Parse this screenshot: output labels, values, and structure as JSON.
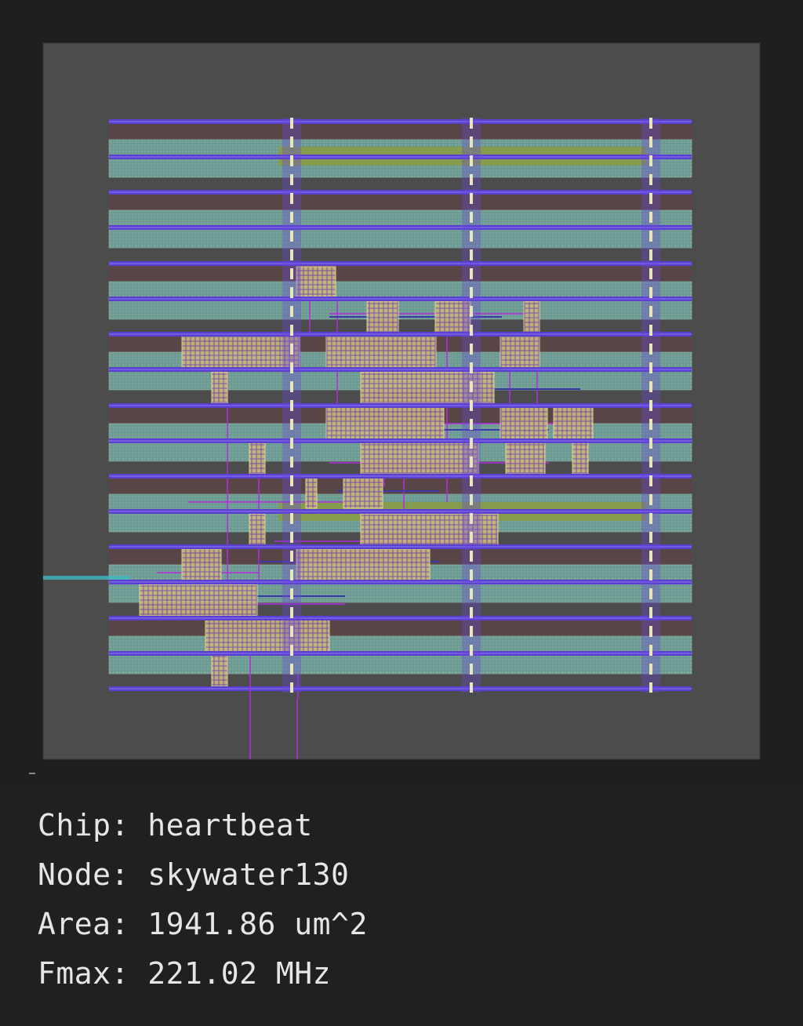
{
  "info": {
    "chip_label": "Chip:",
    "chip_value": "heartbeat",
    "node_label": "Node:",
    "node_value": "skywater130",
    "area_label": "Area:",
    "area_value": "1941.86 um^2",
    "fmax_label": "Fmax:",
    "fmax_value": "221.02 MHz"
  },
  "colors": {
    "page_background": "#202020",
    "die_background": "#4c4c4d",
    "power_rail": "#5a3fd0",
    "standard_cell_row": "#6f9c93",
    "row_gap": "#5b4546",
    "cell_outline": "#e8d89a",
    "via": "#e6e6b8",
    "metal_route": "#b42be0",
    "text": "#e6e6e6"
  }
}
